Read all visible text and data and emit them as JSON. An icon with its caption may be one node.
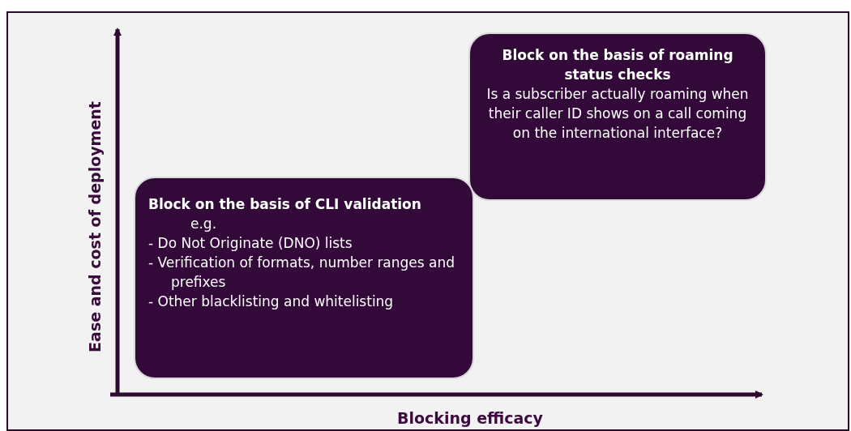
{
  "diagram": {
    "nodes": [
      {
        "text": [
          "Block on the basis of roaming status checks",
          "Is a subscriber actually roaming when their caller ID shows on a call coming on the international interface?"
        ]
      },
      {
        "text": [
          "Block on the basis of CLI validation",
          "e.g.",
          "- Do Not Originate (DNO) lists",
          "- Verification of formats, number ranges and prefixes",
          "- Other blacklisting and whitelisting"
        ]
      }
    ],
    "labels": [
      "Ease and cost of deployment",
      "Blocking efficacy"
    ]
  }
}
